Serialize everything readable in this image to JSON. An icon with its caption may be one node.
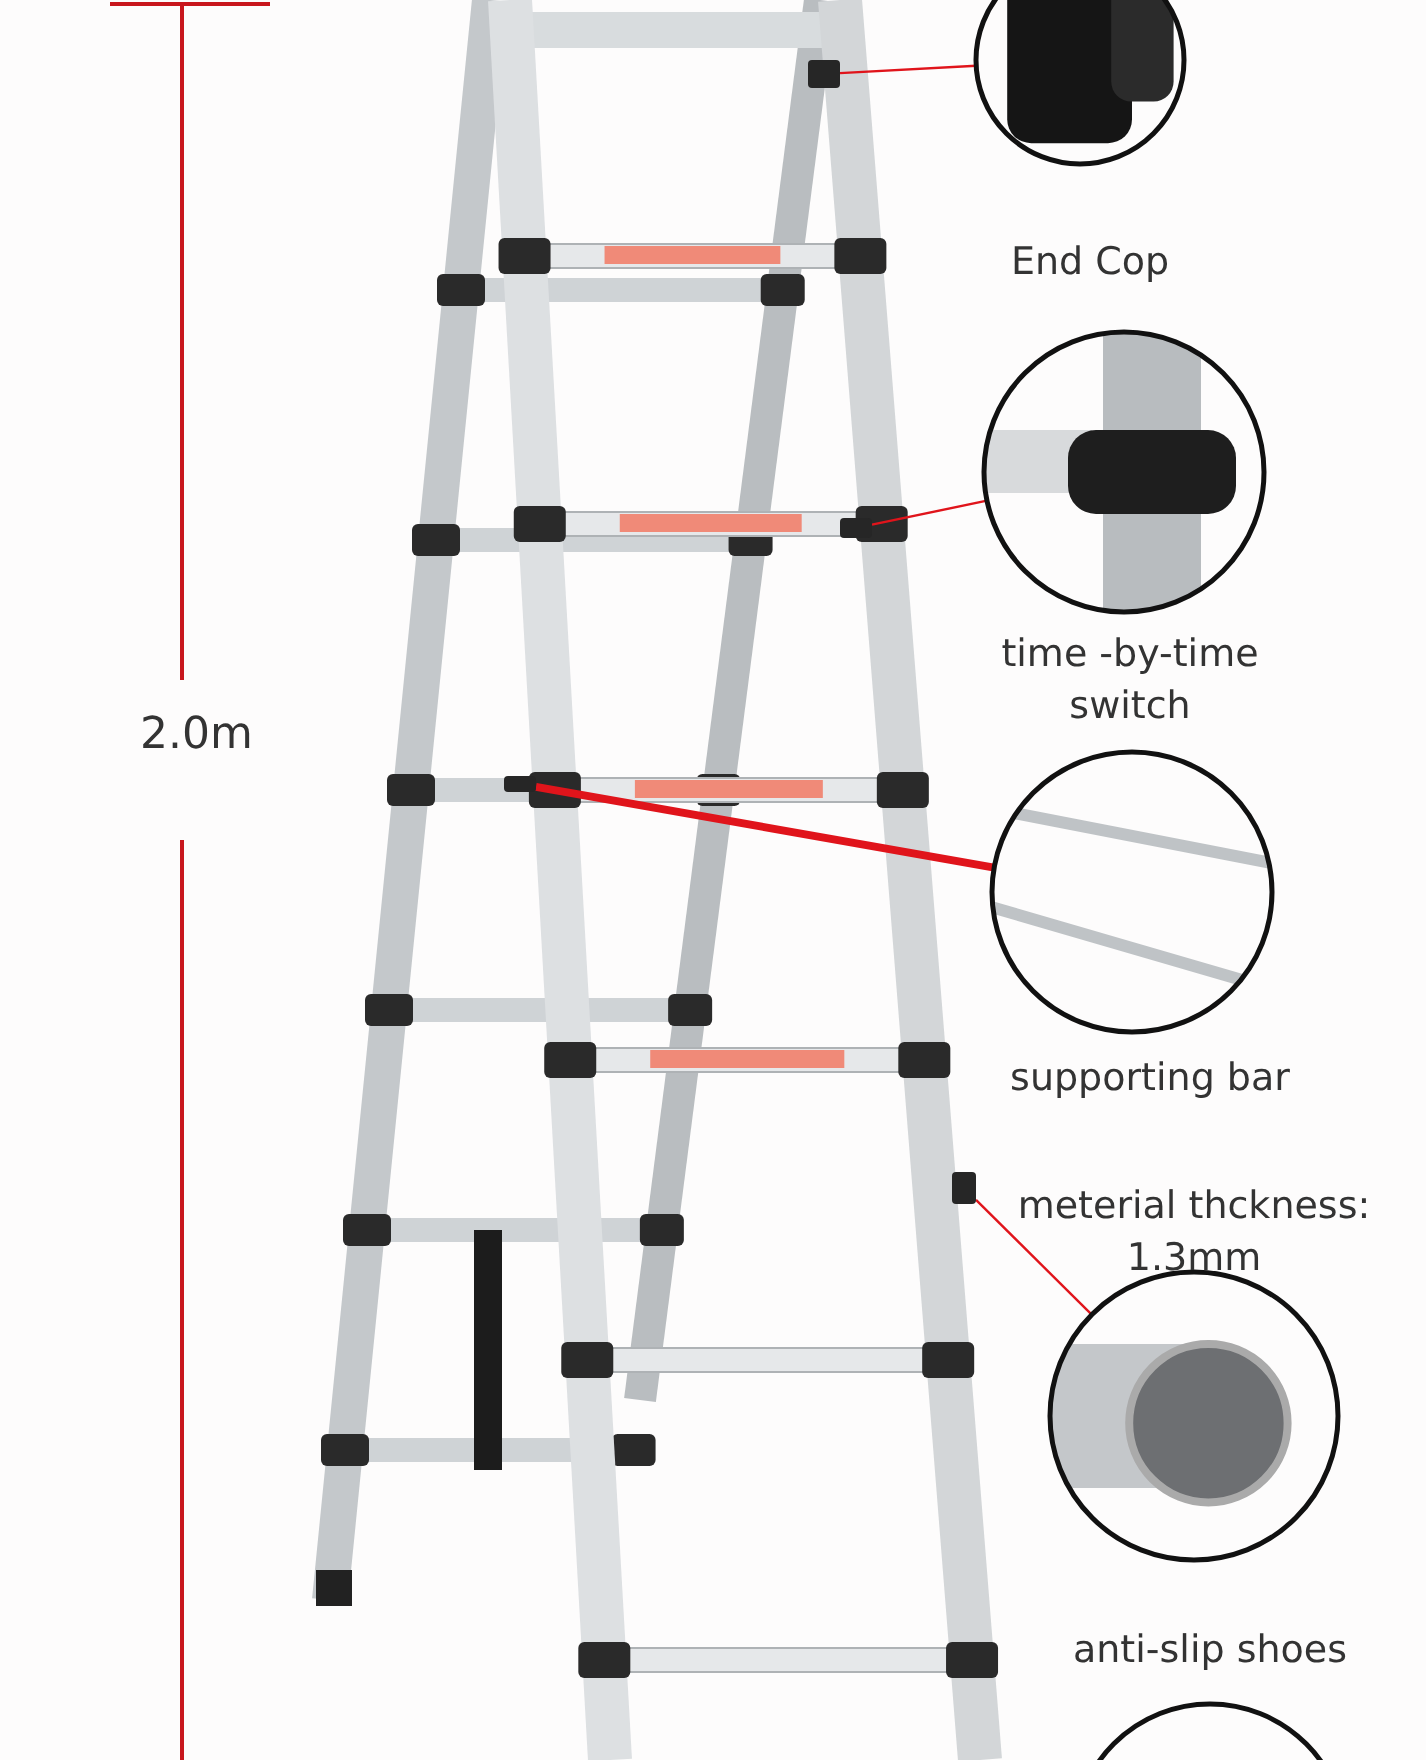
{
  "diagram": {
    "nodes": [
      {
        "text": [
          "End Cop"
        ]
      },
      {
        "text": [
          "time -by-time switch"
        ]
      },
      {
        "text": [
          "supporting bar"
        ]
      },
      {
        "text": [
          "meterial thckness: 1.3mm"
        ]
      },
      {
        "text": [
          "anti-slip shoes"
        ]
      },
      {
        "text": [],
        "shape": "box"
      },
      {
        "text": [],
        "shape": "box"
      },
      {
        "text": [],
        "shape": "box"
      },
      {
        "text": [],
        "shape": "box"
      }
    ],
    "edges": [
      {
        "from": 0,
        "to": 5,
        "arrow": "none"
      },
      {
        "from": 1,
        "to": 6,
        "arrow": "none"
      },
      {
        "from": 2,
        "to": 7,
        "arrow": "none",
        "style": "thick"
      },
      {
        "from": 3,
        "to": 8,
        "arrow": "none"
      }
    ],
    "labels": [
      "2.0m"
    ]
  }
}
